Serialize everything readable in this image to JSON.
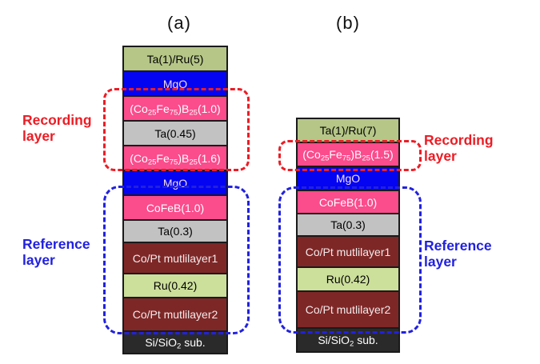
{
  "figure": {
    "colors": {
      "recording_accent": "#ed1c24",
      "reference_accent": "#2121e0",
      "layer_border": "#1a1a1a"
    },
    "panels": [
      {
        "caption": "(a)",
        "layers": [
          {
            "label": "Ta(1)/Ru(5)",
            "fill": "#b5c687",
            "text": "#000000",
            "h": 29
          },
          {
            "label": "MgO",
            "fill": "#0404f2",
            "text": "#f4dcee",
            "h": 29
          },
          {
            "label": "(Co_{25}Fe_{75})B_{25}(1.0)",
            "fill": "#fb4c8c",
            "text": "#ffffff",
            "h": 29
          },
          {
            "label": "Ta(0.45)",
            "fill": "#c2c2c2",
            "text": "#000000",
            "h": 29
          },
          {
            "label": "(Co_{25}Fe_{75})B_{25}(1.6)",
            "fill": "#fb4c8c",
            "text": "#ffffff",
            "h": 29
          },
          {
            "label": "MgO",
            "fill": "#0404f2",
            "text": "#f4dcee",
            "h": 29
          },
          {
            "label": "CoFeB(1.0)",
            "fill": "#fb4c8c",
            "text": "#ffffff",
            "h": 29
          },
          {
            "label": "Ta(0.3)",
            "fill": "#c2c2c2",
            "text": "#000000",
            "h": 26
          },
          {
            "label": "Co/Pt mutlilayer1",
            "fill": "#7e2727",
            "text": "#f2eaea",
            "h": 37
          },
          {
            "label": "Ru(0.42)",
            "fill": "#ccdf9b",
            "text": "#000000",
            "h": 28
          },
          {
            "label": "Co/Pt mutlilayer2",
            "fill": "#7e2727",
            "text": "#f2eaea",
            "h": 40
          },
          {
            "label": "Si/SiO_{2} sub.",
            "fill": "#2a2a2a",
            "text": "#ffffff",
            "h": 26
          }
        ],
        "annotations": [
          {
            "id": "recording",
            "label": "Recording layer"
          },
          {
            "id": "reference",
            "label": "Reference layer"
          }
        ]
      },
      {
        "caption": "(b)",
        "layers": [
          {
            "label": "Ta(1)/Ru(7)",
            "fill": "#b5c687",
            "text": "#000000",
            "h": 28
          },
          {
            "label": "(Co_{25}Fe_{75})B_{25}(1.5)",
            "fill": "#fb4c8c",
            "text": "#ffffff",
            "h": 28
          },
          {
            "label": "MgO",
            "fill": "#0404f2",
            "text": "#f4dcee",
            "h": 28
          },
          {
            "label": "CoFeB(1.0)",
            "fill": "#fb4c8c",
            "text": "#ffffff",
            "h": 27
          },
          {
            "label": "Ta(0.3)",
            "fill": "#c2c2c2",
            "text": "#000000",
            "h": 26
          },
          {
            "label": "Co/Pt mutlilayer1",
            "fill": "#7e2727",
            "text": "#f2eaea",
            "h": 37
          },
          {
            "label": "Ru(0.42)",
            "fill": "#ccdf9b",
            "text": "#000000",
            "h": 28
          },
          {
            "label": "Co/Pt mutlilayer2",
            "fill": "#7e2727",
            "text": "#f2eaea",
            "h": 44
          },
          {
            "label": "Si/SiO_{2} sub.",
            "fill": "#2a2a2a",
            "text": "#ffffff",
            "h": 28
          }
        ],
        "annotations": [
          {
            "id": "recording",
            "label": "Recording layer"
          },
          {
            "id": "reference",
            "label": "Reference layer"
          }
        ]
      }
    ]
  }
}
